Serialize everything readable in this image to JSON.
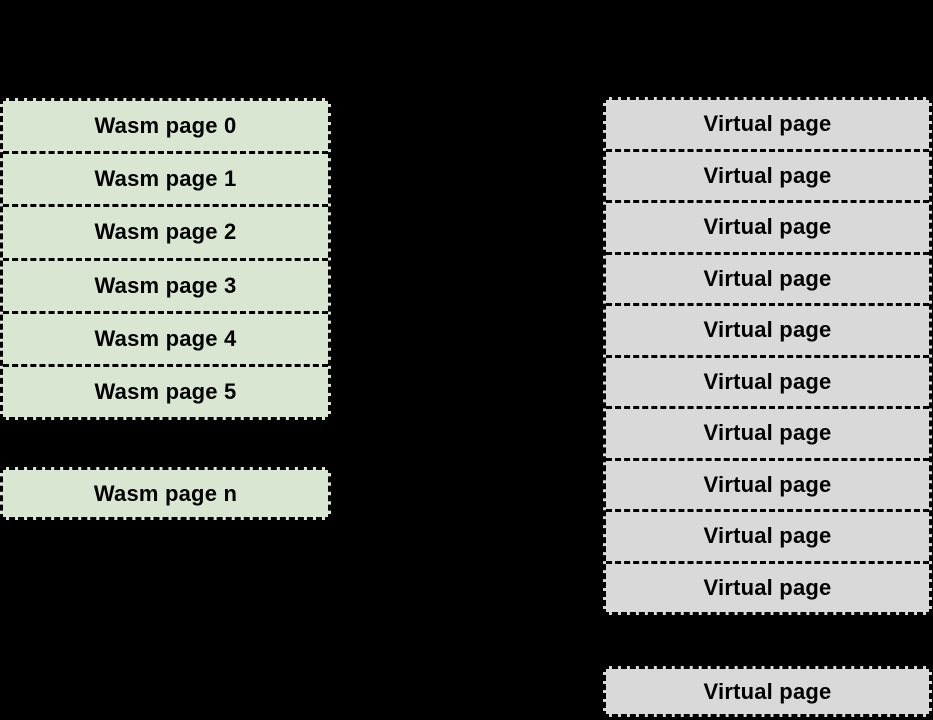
{
  "colors": {
    "background": "#000000",
    "wasm_fill": "#d9e7d2",
    "virtual_fill": "#d9d9d9",
    "border": "#000000",
    "text": "#000000"
  },
  "wasm_column": {
    "pages": [
      "Wasm page 0",
      "Wasm page 1",
      "Wasm page 2",
      "Wasm page 3",
      "Wasm page 4",
      "Wasm page 5"
    ],
    "last_page": "Wasm page n"
  },
  "virtual_column": {
    "pages": [
      "Virtual page",
      "Virtual page",
      "Virtual page",
      "Virtual page",
      "Virtual page",
      "Virtual page",
      "Virtual page",
      "Virtual page",
      "Virtual page",
      "Virtual page"
    ],
    "last_page": "Virtual page"
  }
}
